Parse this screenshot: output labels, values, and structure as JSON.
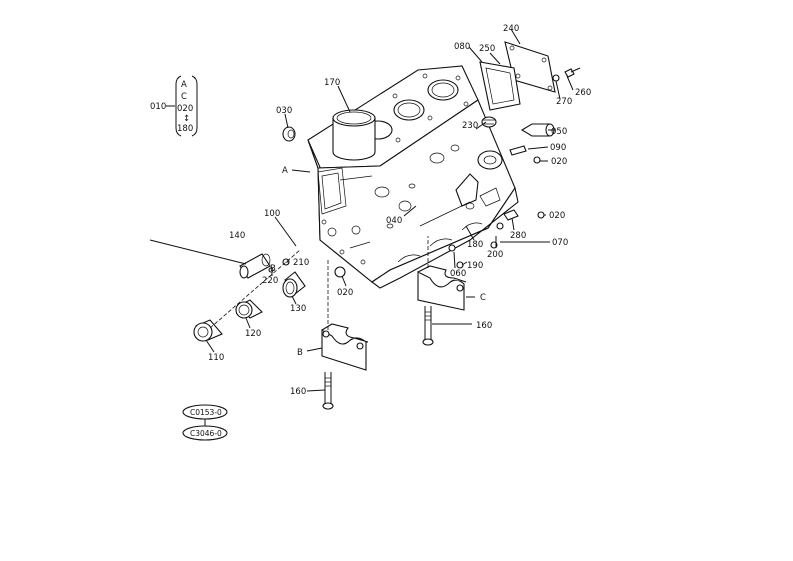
{
  "callouts": {
    "c240": "240",
    "c080": "080",
    "c250": "250",
    "c260": "260",
    "c270": "270",
    "c170": "170",
    "c030": "030",
    "c230": "230",
    "c050": "050",
    "c090": "090",
    "c020a": "020",
    "cA": "A",
    "c040": "040",
    "c180": "180",
    "c200": "200",
    "c280": "280",
    "c020b": "020",
    "c070": "070",
    "c190": "190",
    "c060": "060",
    "cC": "C",
    "c160a": "160",
    "c100": "100",
    "c140": "140",
    "c210": "210",
    "cB2": "B",
    "c220": "220",
    "c020c": "020",
    "c130": "130",
    "c120": "120",
    "c110": "110",
    "cB": "B",
    "c160b": "160"
  },
  "bracket": {
    "code": "010",
    "items": [
      "A",
      "C",
      "020",
      "180"
    ],
    "separator": "↕"
  },
  "refs": {
    "ref1": "C0153-0",
    "ref2": "C3046-0"
  }
}
